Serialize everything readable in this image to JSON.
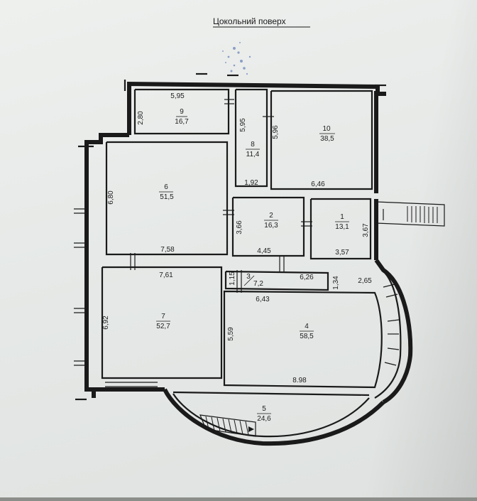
{
  "title": "Цокольний поверх",
  "rooms": [
    {
      "id": "1",
      "area": "13,1"
    },
    {
      "id": "2",
      "area": "16,3"
    },
    {
      "id": "3",
      "area": "7,2"
    },
    {
      "id": "4",
      "area": "58,5"
    },
    {
      "id": "5",
      "area": "24,6"
    },
    {
      "id": "6",
      "area": "51,5"
    },
    {
      "id": "7",
      "area": "52,7"
    },
    {
      "id": "8",
      "area": "11,4"
    },
    {
      "id": "9",
      "area": "16,7"
    },
    {
      "id": "10",
      "area": "38,5"
    }
  ],
  "dimensions": {
    "r9_width": "5,95",
    "r9_depth": "2,80",
    "r8_left": "5,95",
    "r8_right": "5,96",
    "r8_width": "1,92",
    "r10_width": "6,46",
    "r6_depth": "6,80",
    "r6_width": "7,58",
    "r2_depth": "3,66",
    "r2_width": "4,45",
    "r1_depth": "3,67",
    "r1_width": "3,57",
    "r7_top": "7,61",
    "r7_depth": "6,92",
    "r3_depth": "1,15",
    "r3_width": "6,26",
    "r3_bottom": "6,43",
    "corr_depth": "1,34",
    "bay_width": "2,65",
    "r4_depth": "5,59",
    "r4_width": "8.98"
  }
}
